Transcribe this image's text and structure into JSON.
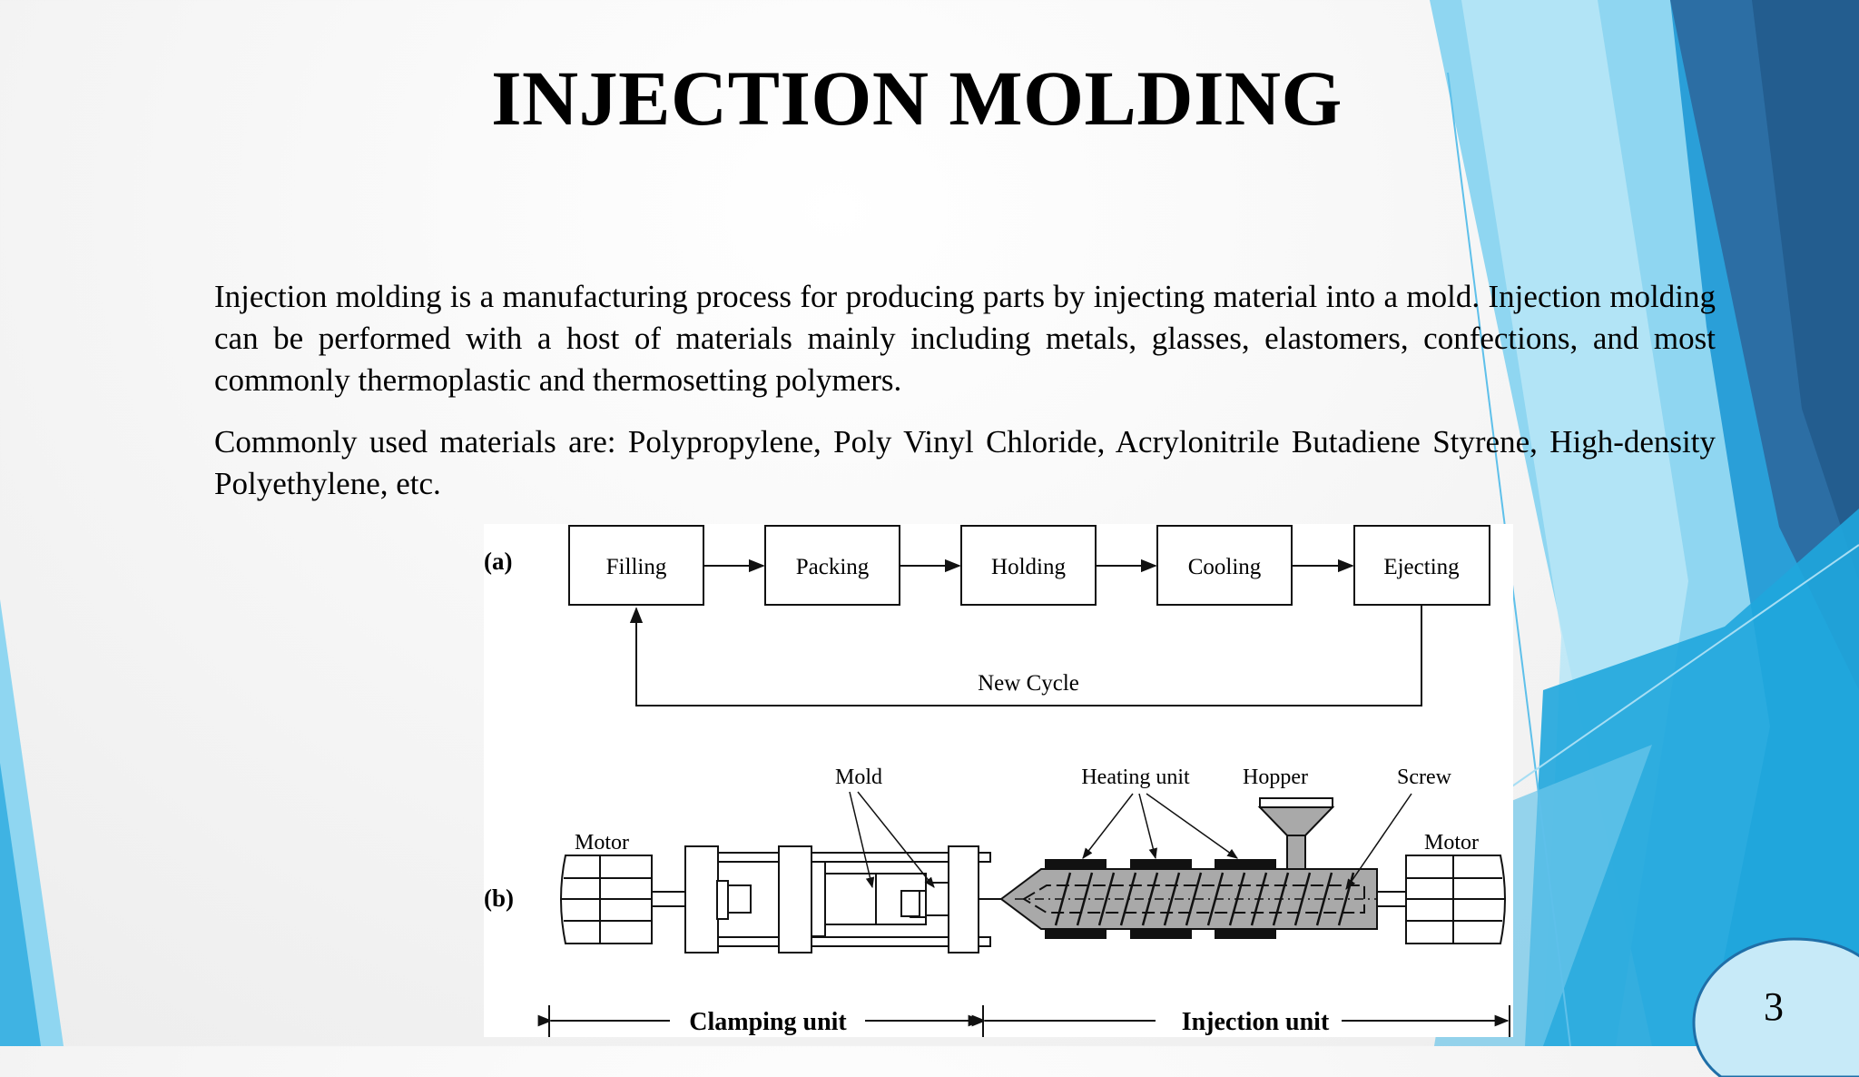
{
  "slide": {
    "title": "INJECTION MOLDING",
    "paragraphs": [
      "Injection molding is a manufacturing process for producing parts by injecting material into a mold. Injection molding can be performed with a host of materials mainly including metals, glasses, elastomers, confections, and most commonly thermoplastic and thermosetting polymers.",
      "Commonly used materials are: Polypropylene, Poly Vinyl Chloride, Acrylonitrile Butadiene Styrene, High-density Polyethylene, etc."
    ],
    "page_number": "3"
  },
  "figure": {
    "part_a_label": "(a)",
    "part_b_label": "(b)",
    "cycle_steps": [
      "Filling",
      "Packing",
      "Holding",
      "Cooling",
      "Ejecting"
    ],
    "new_cycle_label": "New Cycle",
    "callouts": {
      "mold": "Mold",
      "heating_unit": "Heating unit",
      "hopper": "Hopper",
      "screw": "Screw",
      "motor_left": "Motor",
      "motor_right": "Motor"
    },
    "units": {
      "clamping": "Clamping unit",
      "injection": "Injection unit"
    }
  },
  "theme": {
    "accent_light": "#7fd0ef",
    "accent_mid": "#29abe2",
    "accent_dark": "#1f6fa8"
  }
}
